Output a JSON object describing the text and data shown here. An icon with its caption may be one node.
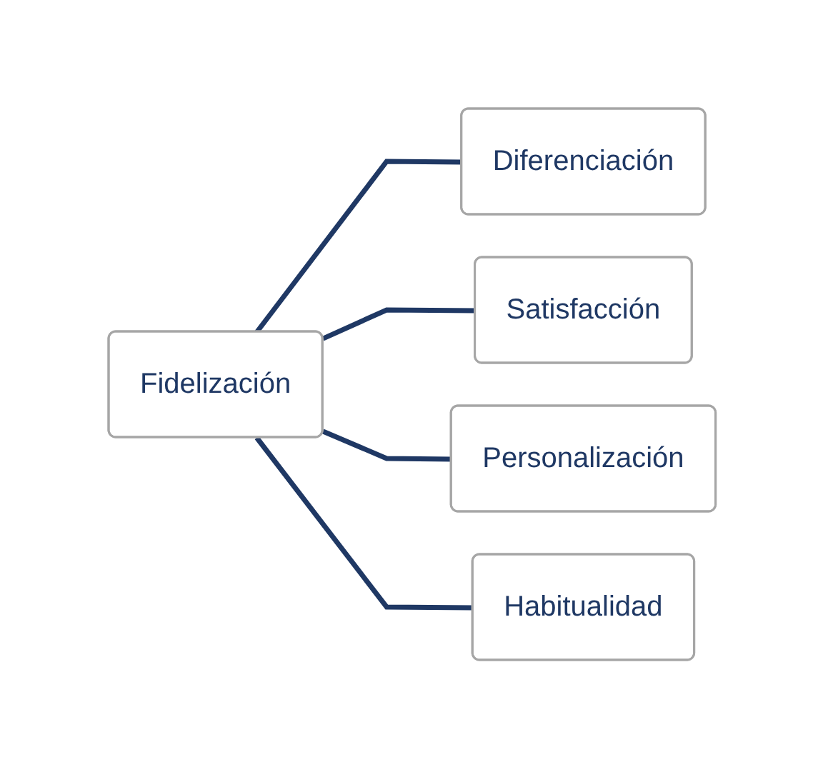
{
  "diagram": {
    "nodes": [
      {
        "text": [
          "Fidelización"
        ]
      },
      {
        "text": [
          "Diferenciación"
        ]
      },
      {
        "text": [
          "Satisfacción"
        ]
      },
      {
        "text": [
          "Personalización"
        ]
      },
      {
        "text": [
          "Habitualidad"
        ]
      }
    ],
    "edges": [
      {
        "from": 0,
        "to": 1,
        "arrow": "none"
      },
      {
        "from": 0,
        "to": 2,
        "arrow": "none"
      },
      {
        "from": 0,
        "to": 3,
        "arrow": "none"
      },
      {
        "from": 0,
        "to": 4,
        "arrow": "none"
      }
    ]
  }
}
